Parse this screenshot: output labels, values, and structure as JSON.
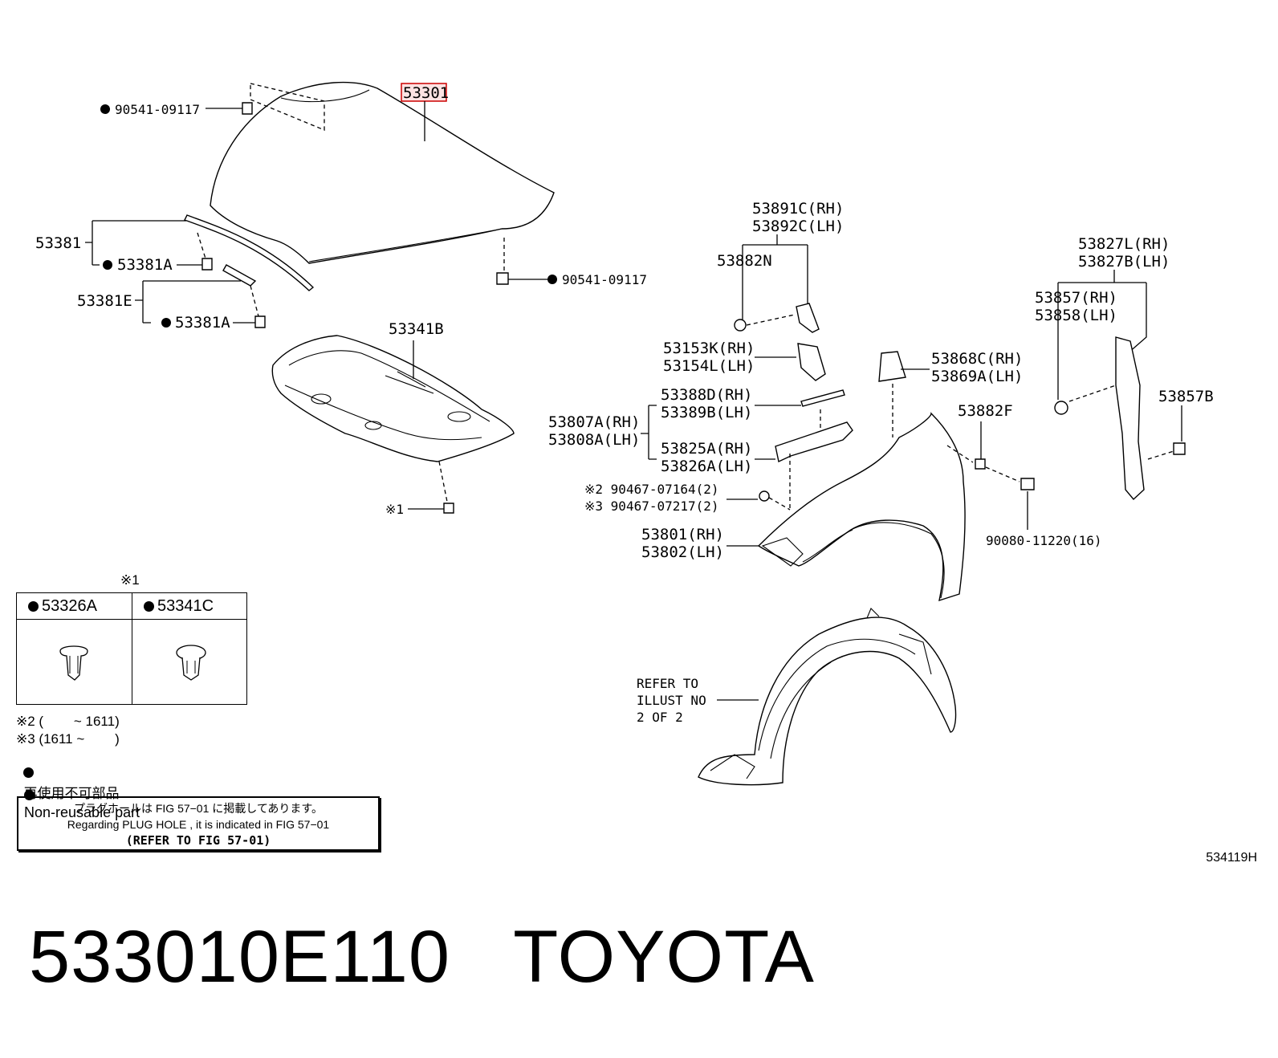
{
  "labels": {
    "hood_main": "53301",
    "bumper_stop_top": "90541-09117",
    "bumper_stop_right": "90541-09117",
    "seal_53381": "53381",
    "clip_53381a_1": "53381A",
    "seal_53381e": "53381E",
    "clip_53381a_2": "53381A",
    "insulator": "53341B",
    "clip_note": "※1",
    "rh_53891c": "53891C(RH)",
    "lh_53892c": "53892C(LH)",
    "p_53882n": "53882N",
    "rh_53153k": "53153K(RH)",
    "lh_53154l": "53154L(LH)",
    "rh_53388d": "53388D(RH)",
    "lh_53389b": "53389B(LH)",
    "rh_53807a": "53807A(RH)",
    "lh_53808a": "53808A(LH)",
    "rh_53825a": "53825A(RH)",
    "lh_53826a": "53826A(LH)",
    "bolt_note2": "※2 90467-07164(2)",
    "bolt_note3": "※3 90467-07217(2)",
    "rh_53801": "53801(RH)",
    "lh_53802": "53802(LH)",
    "rh_53868c": "53868C(RH)",
    "lh_53869a": "53869A(LH)",
    "p_53882f": "53882F",
    "bolt_90080": "90080-11220(16)",
    "rh_53827l": "53827L(RH)",
    "lh_53827b": "53827B(LH)",
    "rh_53857": "53857(RH)",
    "lh_53858": "53858(LH)",
    "p_53857b": "53857B",
    "refer_to_1": "REFER TO",
    "refer_to_2": "ILLUST NO",
    "refer_to_3": "2 OF 2"
  },
  "legend": {
    "title": "※1",
    "cell1": "53326A",
    "cell2": "53341C"
  },
  "notes": {
    "n2": "※2 (        ~ 1611)",
    "n3": "※3 (1611 ~        )",
    "jp": "再使用不可部品",
    "en": "Non-reusable part"
  },
  "refer_box": {
    "jp": "プラグホールは FIG 57−01 に掲載してあります。",
    "en": "Regarding  PLUG  HOLE , it is indicated in FIG  57−01",
    "ref": "(REFER TO FIG 57-01)"
  },
  "figure_code": "534119H",
  "footer": {
    "part_number": "533010E110",
    "brand": "TOYOTA"
  },
  "colors": {
    "highlight": "#cc0000",
    "line": "#000000"
  }
}
